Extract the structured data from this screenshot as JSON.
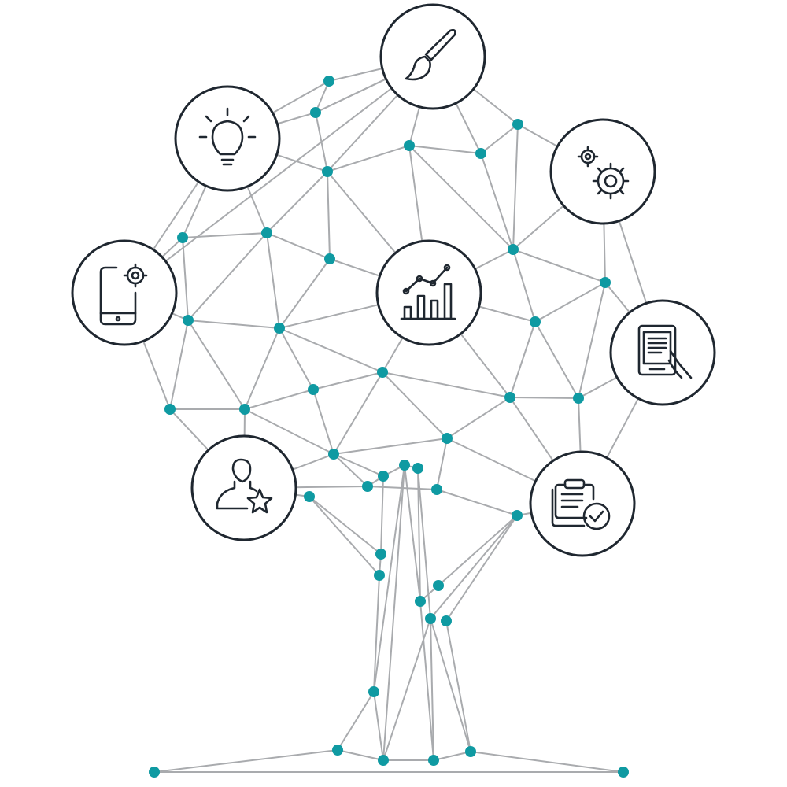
{
  "colors": {
    "edge": "#a9abae",
    "node": "#0f9aa2",
    "icon_stroke": "#1f2730",
    "icon_fill": "#ffffff",
    "background": "#ffffff"
  },
  "diagram": {
    "type": "network-tree",
    "icons": [
      {
        "id": "paintbrush",
        "name": "paintbrush-icon"
      },
      {
        "id": "lightbulb",
        "name": "lightbulb-icon"
      },
      {
        "id": "gears",
        "name": "gears-icon"
      },
      {
        "id": "phone-settings",
        "name": "phone-settings-icon"
      },
      {
        "id": "chart",
        "name": "bar-chart-trend-icon"
      },
      {
        "id": "ebook",
        "name": "ebook-reader-icon"
      },
      {
        "id": "user-star",
        "name": "user-star-icon"
      },
      {
        "id": "clipboard",
        "name": "clipboard-check-icon"
      }
    ]
  }
}
